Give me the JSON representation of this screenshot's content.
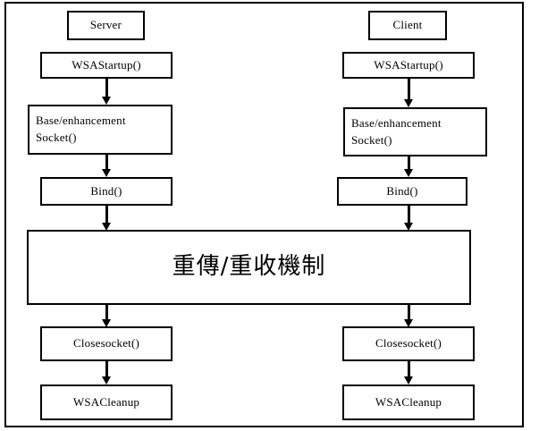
{
  "diagram": {
    "title": "Server / Client Winsock flow with retransmission mechanism",
    "background_color": "#ffffff",
    "line_color": "#000000",
    "columns": [
      {
        "id": "server",
        "header": "Server",
        "nodes": [
          {
            "id": "server-header",
            "label": "Server"
          },
          {
            "id": "server-wsastartup",
            "label": "WSAStartup()"
          },
          {
            "id": "server-socket",
            "label": "Base/enhancement\nSocket()"
          },
          {
            "id": "server-bind",
            "label": "Bind()"
          },
          {
            "id": "server-closesocket",
            "label": "Closesocket()"
          },
          {
            "id": "server-wsacleanup",
            "label": "WSACleanup"
          }
        ]
      },
      {
        "id": "client",
        "header": "Client",
        "nodes": [
          {
            "id": "client-header",
            "label": "Client"
          },
          {
            "id": "client-wsastartup",
            "label": "WSAStartup()"
          },
          {
            "id": "client-socket",
            "label": "Base/enhancement\nSocket()"
          },
          {
            "id": "client-bind",
            "label": "Bind()"
          },
          {
            "id": "client-closesocket",
            "label": "Closesocket()"
          },
          {
            "id": "client-wsacleanup",
            "label": "WSACleanup"
          }
        ]
      }
    ],
    "shared_node": {
      "id": "retransmission-mechanism",
      "label": "重傳/重收機制"
    }
  }
}
